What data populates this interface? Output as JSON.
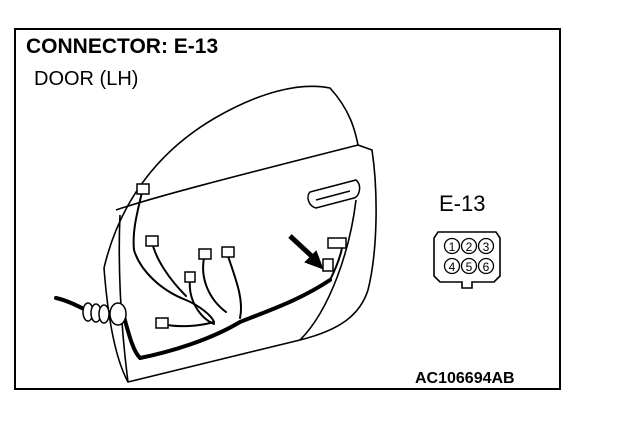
{
  "diagram": {
    "title": "CONNECTOR: E-13",
    "subtitle": "DOOR (LH)",
    "connector_label": "E-13",
    "figure_code": "AC106694AB",
    "connector_pins": [
      "1",
      "2",
      "3",
      "4",
      "5",
      "6"
    ]
  }
}
